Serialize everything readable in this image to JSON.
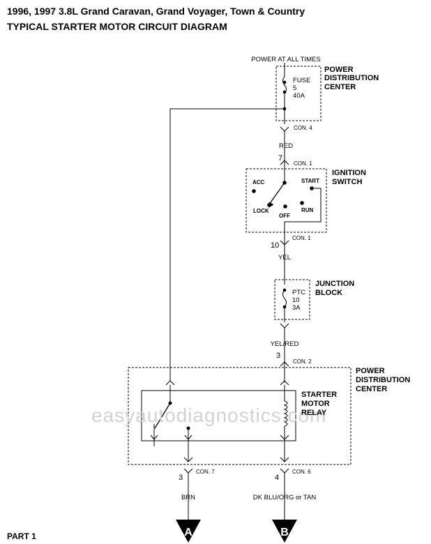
{
  "header": {
    "title": "1996, 1997 3.8L Grand Caravan, Grand Voyager, Town & Country",
    "subtitle": "TYPICAL STARTER MOTOR CIRCUIT DIAGRAM"
  },
  "power": "POWER AT ALL TIMES",
  "pdc_top": {
    "l1": "POWER",
    "l2": "DISTRIBUTION",
    "l3": "CENTER"
  },
  "fuse": {
    "l1": "FUSE",
    "l2": "5",
    "l3": "40A"
  },
  "con4": "CON. 4",
  "wire_red": "RED",
  "pin7": "7",
  "con1a": "CON. 1",
  "ign": {
    "title1": "IGNITION",
    "title2": "SWITCH",
    "acc": "ACC",
    "start": "START",
    "lock": "LOCK",
    "off": "OFF",
    "run": "RUN"
  },
  "pin10": "10",
  "con1b": "CON. 1",
  "wire_yel": "YEL",
  "jb": {
    "l1": "JUNCTION",
    "l2": "BLOCK"
  },
  "ptc": {
    "l1": "PTC",
    "l2": "10",
    "l3": "3A"
  },
  "wire_yelred": "YEL/RED",
  "pin3a": "3",
  "con2": "CON. 2",
  "pdc_bottom": {
    "l1": "POWER",
    "l2": "DISTRIBUTION",
    "l3": "CENTER"
  },
  "relay": {
    "l1": "STARTER",
    "l2": "MOTOR",
    "l3": "RELAY"
  },
  "watermark": "easyautodiagnostics.com",
  "pin3b": "3",
  "con7": "CON. 7",
  "pin4": "4",
  "con6": "CON. 6",
  "wire_brn": "BRN",
  "wire_dkblu": "DK BLU/ORG or TAN",
  "connA": "A",
  "connB": "B",
  "footer": "PART 1"
}
